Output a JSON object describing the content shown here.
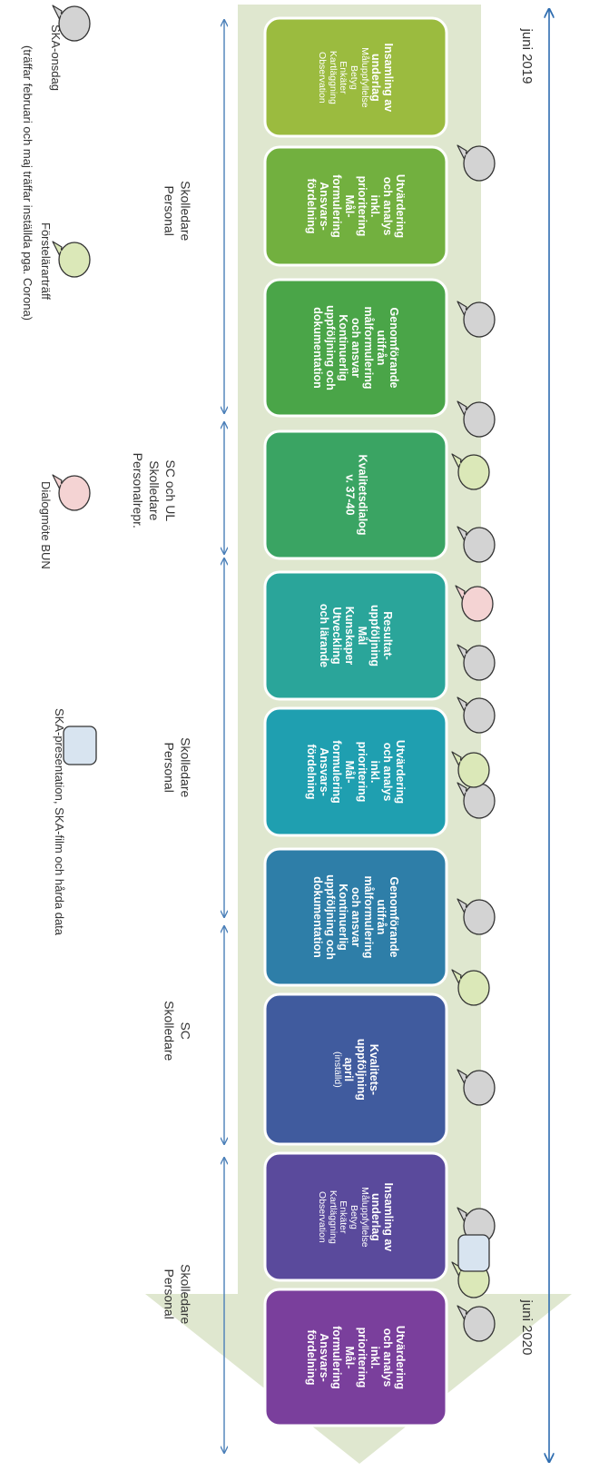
{
  "timeline": {
    "start_label": "juni 2019",
    "end_label": "juni 2020"
  },
  "cards": [
    {
      "color": "#9bbb3f",
      "lines": [
        {
          "text": "Insamling av",
          "style": "t"
        },
        {
          "text": "underlag",
          "style": "t"
        },
        {
          "text": "Måluppfyllelse",
          "style": "s"
        },
        {
          "text": "Betyg",
          "style": "s"
        },
        {
          "text": "Enkäter",
          "style": "s"
        },
        {
          "text": "Kartläggning",
          "style": "s"
        },
        {
          "text": "Observation",
          "style": "s"
        }
      ]
    },
    {
      "color": "#72b03f",
      "lines": [
        {
          "text": "Utvärdering",
          "style": "b"
        },
        {
          "text": "och analys",
          "style": "b"
        },
        {
          "text": "inkl.",
          "style": "b"
        },
        {
          "text": "prioritering",
          "style": "b"
        },
        {
          "text": "Mål-",
          "style": "b"
        },
        {
          "text": "formulering",
          "style": "b"
        },
        {
          "text": "Ansvars-",
          "style": "b"
        },
        {
          "text": "fördelning",
          "style": "b"
        }
      ]
    },
    {
      "color": "#4aa548",
      "lines": [
        {
          "text": "Genomförande",
          "style": "b"
        },
        {
          "text": "utifrån",
          "style": "b"
        },
        {
          "text": "målformulering",
          "style": "b"
        },
        {
          "text": "och ansvar",
          "style": "b"
        },
        {
          "text": "Kontinuerlig",
          "style": "b"
        },
        {
          "text": "uppföljning och",
          "style": "b"
        },
        {
          "text": "dokumentation",
          "style": "b"
        }
      ]
    },
    {
      "color": "#3aa463",
      "lines": [
        {
          "text": "Kvalitetsdialog",
          "style": "b"
        },
        {
          "text": "v. 37-40",
          "style": "b"
        }
      ]
    },
    {
      "color": "#2aa59a",
      "lines": [
        {
          "text": "Resultat-",
          "style": "b"
        },
        {
          "text": "uppföljning",
          "style": "b"
        },
        {
          "text": "Mål",
          "style": "b"
        },
        {
          "text": "Kunskaper",
          "style": "b"
        },
        {
          "text": "Utveckling",
          "style": "b"
        },
        {
          "text": "och lärande",
          "style": "b"
        }
      ]
    },
    {
      "color": "#1f9fb0",
      "lines": [
        {
          "text": "Utvärdering",
          "style": "b"
        },
        {
          "text": "och analys",
          "style": "b"
        },
        {
          "text": "inkl.",
          "style": "b"
        },
        {
          "text": "prioritering",
          "style": "b"
        },
        {
          "text": "Mål-",
          "style": "b"
        },
        {
          "text": "formulering",
          "style": "b"
        },
        {
          "text": "Ansvars-",
          "style": "b"
        },
        {
          "text": "fördelning",
          "style": "b"
        }
      ]
    },
    {
      "color": "#2e7ea8",
      "lines": [
        {
          "text": "Genomförande",
          "style": "b"
        },
        {
          "text": "utifrån",
          "style": "b"
        },
        {
          "text": "målformulering",
          "style": "b"
        },
        {
          "text": "och ansvar",
          "style": "b"
        },
        {
          "text": "Kontinuerlig",
          "style": "b"
        },
        {
          "text": "uppföljning och",
          "style": "b"
        },
        {
          "text": "dokumentation",
          "style": "b"
        }
      ]
    },
    {
      "color": "#405b9e",
      "lines": [
        {
          "text": "Kvalitets-",
          "style": "b"
        },
        {
          "text": "uppföljning",
          "style": "b"
        },
        {
          "text": "april",
          "style": "b"
        },
        {
          "text": "(inställd)",
          "style": "s"
        }
      ]
    },
    {
      "color": "#5a4a9c",
      "lines": [
        {
          "text": "Insamling av",
          "style": "t"
        },
        {
          "text": "underlag",
          "style": "t"
        },
        {
          "text": "Måluppfyllelse",
          "style": "s"
        },
        {
          "text": "Betyg",
          "style": "s"
        },
        {
          "text": "Enkäter",
          "style": "s"
        },
        {
          "text": "Kartläggning",
          "style": "s"
        },
        {
          "text": "Observation",
          "style": "s"
        }
      ]
    },
    {
      "color": "#7a3f9c",
      "lines": [
        {
          "text": "Utvärdering",
          "style": "b"
        },
        {
          "text": "och analys",
          "style": "b"
        },
        {
          "text": "inkl.",
          "style": "b"
        },
        {
          "text": "prioritering",
          "style": "b"
        },
        {
          "text": "Mål-",
          "style": "b"
        },
        {
          "text": "formulering",
          "style": "b"
        },
        {
          "text": "Ansvars-",
          "style": "b"
        },
        {
          "text": "fördelning",
          "style": "b"
        }
      ]
    }
  ],
  "participants": [
    {
      "lines": [
        "Skolledare",
        "Personal"
      ]
    },
    {
      "lines": [
        "SC och UL",
        "Skolledare",
        "Personalrepr."
      ]
    },
    {
      "lines": [
        "Skolledare",
        "Personal"
      ]
    },
    {
      "lines": [
        "SC",
        "Skolledare"
      ]
    },
    {
      "lines": [
        "Skolledare",
        "Personal"
      ]
    }
  ],
  "legend": {
    "ska_onsdag": {
      "title": "SKA-onsdag",
      "note": "(träffar februari och maj träffar inställda pga. Corona)"
    },
    "forstelarartraff": {
      "title": "Förstelärarträff"
    },
    "dialogmote": {
      "title": "Dialogmöte BUN"
    },
    "presentation": {
      "title": "SKA-presentation, SKA-film och hårda data"
    }
  },
  "colors": {
    "arrow": "#dfe7cf",
    "bubble_grey": "#d3d3d3",
    "bubble_green": "#dbe8b8",
    "bubble_pink": "#f4d3d3",
    "rect_blue": "#d8e4f0",
    "timeline_arrow": "#2f6db0",
    "period_arrow": "#4a7fb8"
  }
}
